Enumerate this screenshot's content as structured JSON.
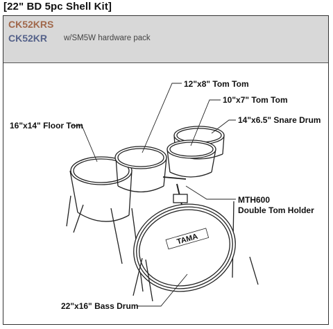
{
  "header": {
    "title": "[22\" BD 5pc Shell Kit]"
  },
  "models": {
    "primary": "CK52KRS",
    "secondary": "CK52KR",
    "hardware_note": "w/SM5W hardware pack"
  },
  "callouts": {
    "tom12": "12\"x8\" Tom Tom",
    "tom10": "10\"x7\" Tom Tom",
    "snare": "14\"x6.5\" Snare Drum",
    "floor": "16\"x14\" Floor Tom",
    "holder_line1": "MTH600",
    "holder_line2": "Double Tom Holder",
    "bass": "22\"x16\" Bass Drum"
  },
  "bass_logo": "TAMA"
}
